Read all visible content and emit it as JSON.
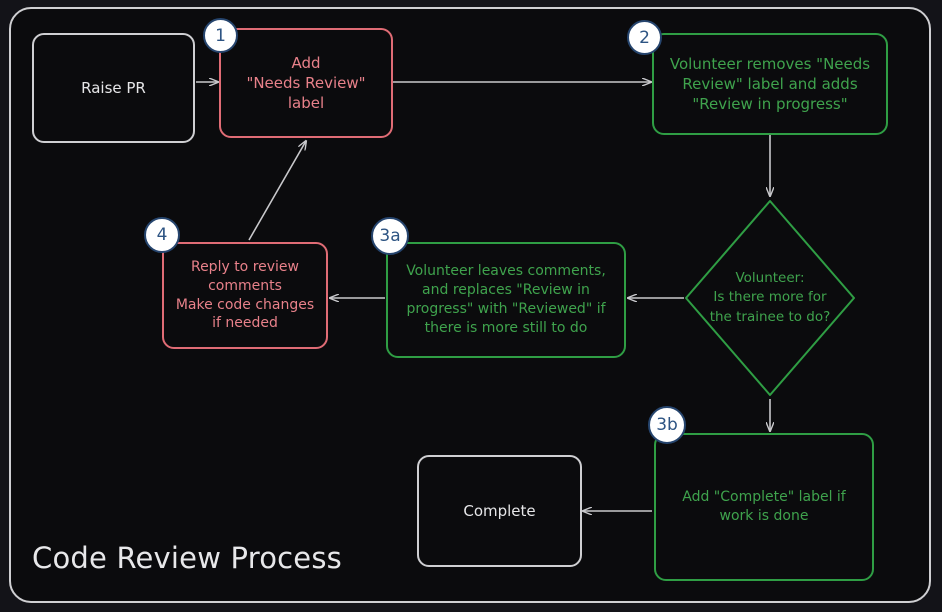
{
  "diagram": {
    "title": "Code Review Process",
    "frame_border_color": "#cfcfd2",
    "background_color": "#0b0b0d",
    "colors": {
      "red": "#e06c75",
      "red_text": "#e8818a",
      "green": "#2f9e44",
      "green_text": "#3fa34d",
      "neutral": "#cfcfd2",
      "neutral_text": "#e6e6e8",
      "badge_fill": "#ffffff",
      "badge_border": "#26456e",
      "badge_text": "#2d5483",
      "arrow": "#c9c9cc"
    },
    "nodes": [
      {
        "id": "raise-pr",
        "label": "Raise PR",
        "style": "plain",
        "badge": null
      },
      {
        "id": "add-needs-review",
        "label": "Add\n\"Needs Review\"\nlabel",
        "style": "red",
        "badge": "1"
      },
      {
        "id": "volunteer-removes",
        "label": "Volunteer removes \"Needs\nReview\" label and adds\n\"Review in progress\"",
        "style": "green",
        "badge": "2"
      },
      {
        "id": "decision-more-work",
        "label": "Volunteer:\nIs there more for\nthe trainee to do?",
        "style": "diamond-green",
        "badge": null
      },
      {
        "id": "volunteer-leaves-comments",
        "label": "Volunteer leaves comments,\nand replaces \"Review in\nprogress\" with \"Reviewed\" if\nthere is more still to do",
        "style": "green",
        "badge": "3a"
      },
      {
        "id": "reply-to-review",
        "label": "Reply to review\ncomments\nMake code changes\nif needed",
        "style": "red",
        "badge": "4"
      },
      {
        "id": "add-complete-label",
        "label": "Add \"Complete\" label if\nwork is done",
        "style": "green",
        "badge": "3b"
      },
      {
        "id": "complete",
        "label": "Complete",
        "style": "plain",
        "badge": null
      }
    ],
    "edges": [
      {
        "from": "raise-pr",
        "to": "add-needs-review"
      },
      {
        "from": "add-needs-review",
        "to": "volunteer-removes"
      },
      {
        "from": "volunteer-removes",
        "to": "decision-more-work"
      },
      {
        "from": "decision-more-work",
        "to": "volunteer-leaves-comments"
      },
      {
        "from": "volunteer-leaves-comments",
        "to": "reply-to-review"
      },
      {
        "from": "reply-to-review",
        "to": "add-needs-review"
      },
      {
        "from": "decision-more-work",
        "to": "add-complete-label"
      },
      {
        "from": "add-complete-label",
        "to": "complete"
      }
    ]
  }
}
